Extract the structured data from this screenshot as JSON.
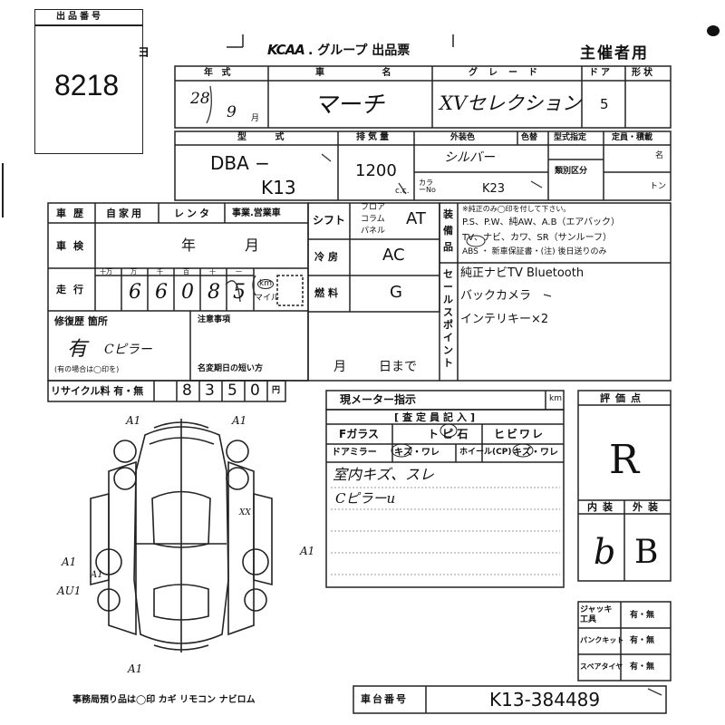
{
  "lot": {
    "label": "出品番号",
    "number": "8218"
  },
  "header": {
    "left_mark": "ヨ",
    "title_brand": "KCAA",
    "title_rest": ". グループ 出品票",
    "organizer": "主催者用"
  },
  "row1": {
    "year_label": "年 式",
    "name_label": "車 名",
    "grade_label": "グレード",
    "doors_label": "ドア",
    "shape_label": "形状",
    "year_value": "28",
    "month_value": "9",
    "month_unit": "月",
    "name_value": "マーチ",
    "grade_value": "XVセレクション",
    "doors_value": "5"
  },
  "row2": {
    "model_label": "型 式",
    "displacement_label": "排気量",
    "ext_color_label": "外装色",
    "color_change_label": "色替",
    "type_spec_label": "型式指定",
    "capacity_label": "定員・積載",
    "class_label": "類別区分",
    "model_value_1": "DBA −",
    "model_value_2": "K13",
    "displacement_value": "1200",
    "cc_unit": "c.c.",
    "color_value": "シルバー",
    "color_no_label": "カラーNo",
    "color_no_value": "K23",
    "unit_people": "名",
    "unit_ton": "トン"
  },
  "history": {
    "label": "車歴",
    "opt_private": "自家用",
    "opt_rental": "レンタ",
    "opt_business": "事業.営業車"
  },
  "shift": {
    "label": "シフト",
    "opt_floor": "フロア",
    "opt_column": "コラム",
    "opt_panel": "パネル",
    "value": "AT"
  },
  "equipment": {
    "label": "装備品",
    "note": "※純正のみ◯印を付して下さい。",
    "line1": "P.S、P.W、純AW、A.B（エアバック）",
    "line2": "TV、ナビ、カワ、SR（サンルーフ）",
    "line3": "ABS ・ 新車保証書・(注) 後日送りのみ"
  },
  "inspection": {
    "label": "車検",
    "year_unit": "年",
    "month_unit": "月"
  },
  "ac": {
    "label": "冷房",
    "value": "AC"
  },
  "mileage": {
    "label": "走行",
    "digit_labels": [
      "十万",
      "万",
      "千",
      "百",
      "十",
      "一"
    ],
    "digits": [
      "",
      "6",
      "6",
      "0",
      "8",
      "5"
    ],
    "unit_km": "km",
    "unit_mile": "マイル"
  },
  "fuel": {
    "label": "燃料",
    "value": "G"
  },
  "sales_point": {
    "label": "セールスポイント",
    "lines": [
      "純正ナビTV Bluetooth",
      "バックカメラ",
      "インテリキー×2"
    ]
  },
  "repair": {
    "label": "修復歴 箇所",
    "value": "有",
    "detail": "Cピラー",
    "note": "(有の場合は◯印を)"
  },
  "caution": {
    "label": "注意事項",
    "name_change_label": "名変期日の短い方",
    "month_unit": "月",
    "day_unit": "日まで"
  },
  "recycle": {
    "label": "リサイクル料 有・無",
    "digits": [
      "",
      "8",
      "3",
      "5",
      "0"
    ],
    "yen": "円"
  },
  "meter": {
    "label": "現メーター指示",
    "unit": "km"
  },
  "assessor": {
    "title": "[査定員記入]",
    "row1": [
      "Fガラス",
      "ト ピ 石",
      "ヒビワレ"
    ],
    "row2": [
      "ドアミラー",
      "キズ・ワレ",
      "ホイール(CP)",
      "キズ・ワレ"
    ],
    "notes": [
      "室内キズ、スレ",
      "Cピラーu"
    ]
  },
  "rating": {
    "label": "評価点",
    "value": "R",
    "interior_label": "内装",
    "exterior_label": "外装",
    "interior_value": "b",
    "exterior_value": "B"
  },
  "tools": [
    {
      "label": "ジャッキ工具",
      "value": "有・無"
    },
    {
      "label": "パンクキット",
      "value": "有・無"
    },
    {
      "label": "スペアタイヤ",
      "value": "有・無"
    }
  ],
  "diagram_marks": [
    "A1",
    "A1",
    "A1",
    "A1",
    "A1",
    "AU1",
    "A1",
    "XX"
  ],
  "footer": {
    "deposit": "事務局預り品は◯印 カギ リモコン ナビロム",
    "chassis_label": "車台番号",
    "chassis_value": "K13-384489"
  }
}
